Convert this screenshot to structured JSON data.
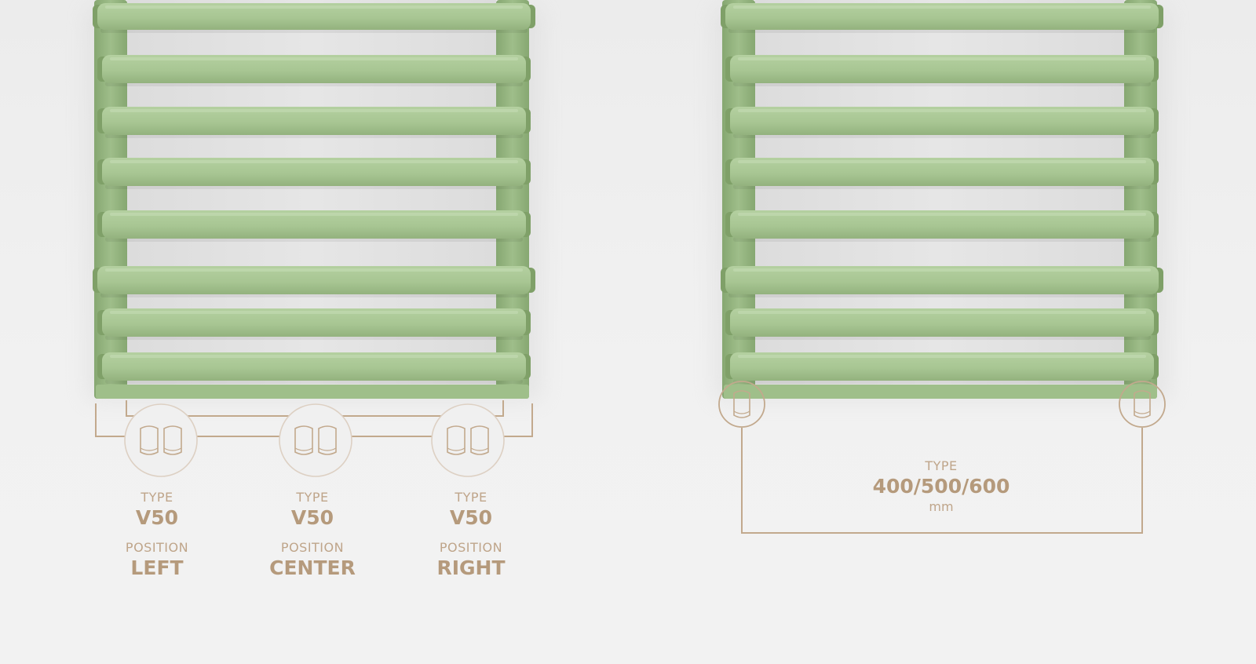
{
  "colors": {
    "radiator_green": "#a9c795",
    "radiator_green_dark": "#8fb07a",
    "accent_bronze": "#b59a7c",
    "background": "#f0f0f0"
  },
  "left_radiator": {
    "variants": [
      {
        "type_label": "TYPE",
        "type_value": "V50",
        "position_label": "POSITION",
        "position_value": "LEFT"
      },
      {
        "type_label": "TYPE",
        "type_value": "V50",
        "position_label": "POSITION",
        "position_value": "CENTER"
      },
      {
        "type_label": "TYPE",
        "type_value": "V50",
        "position_label": "POSITION",
        "position_value": "RIGHT"
      }
    ],
    "connector_icon": "double-valve-icon"
  },
  "right_radiator": {
    "type_label": "TYPE",
    "type_value": "400/500/600",
    "unit": "mm",
    "connector_icon": "single-valve-icon"
  }
}
